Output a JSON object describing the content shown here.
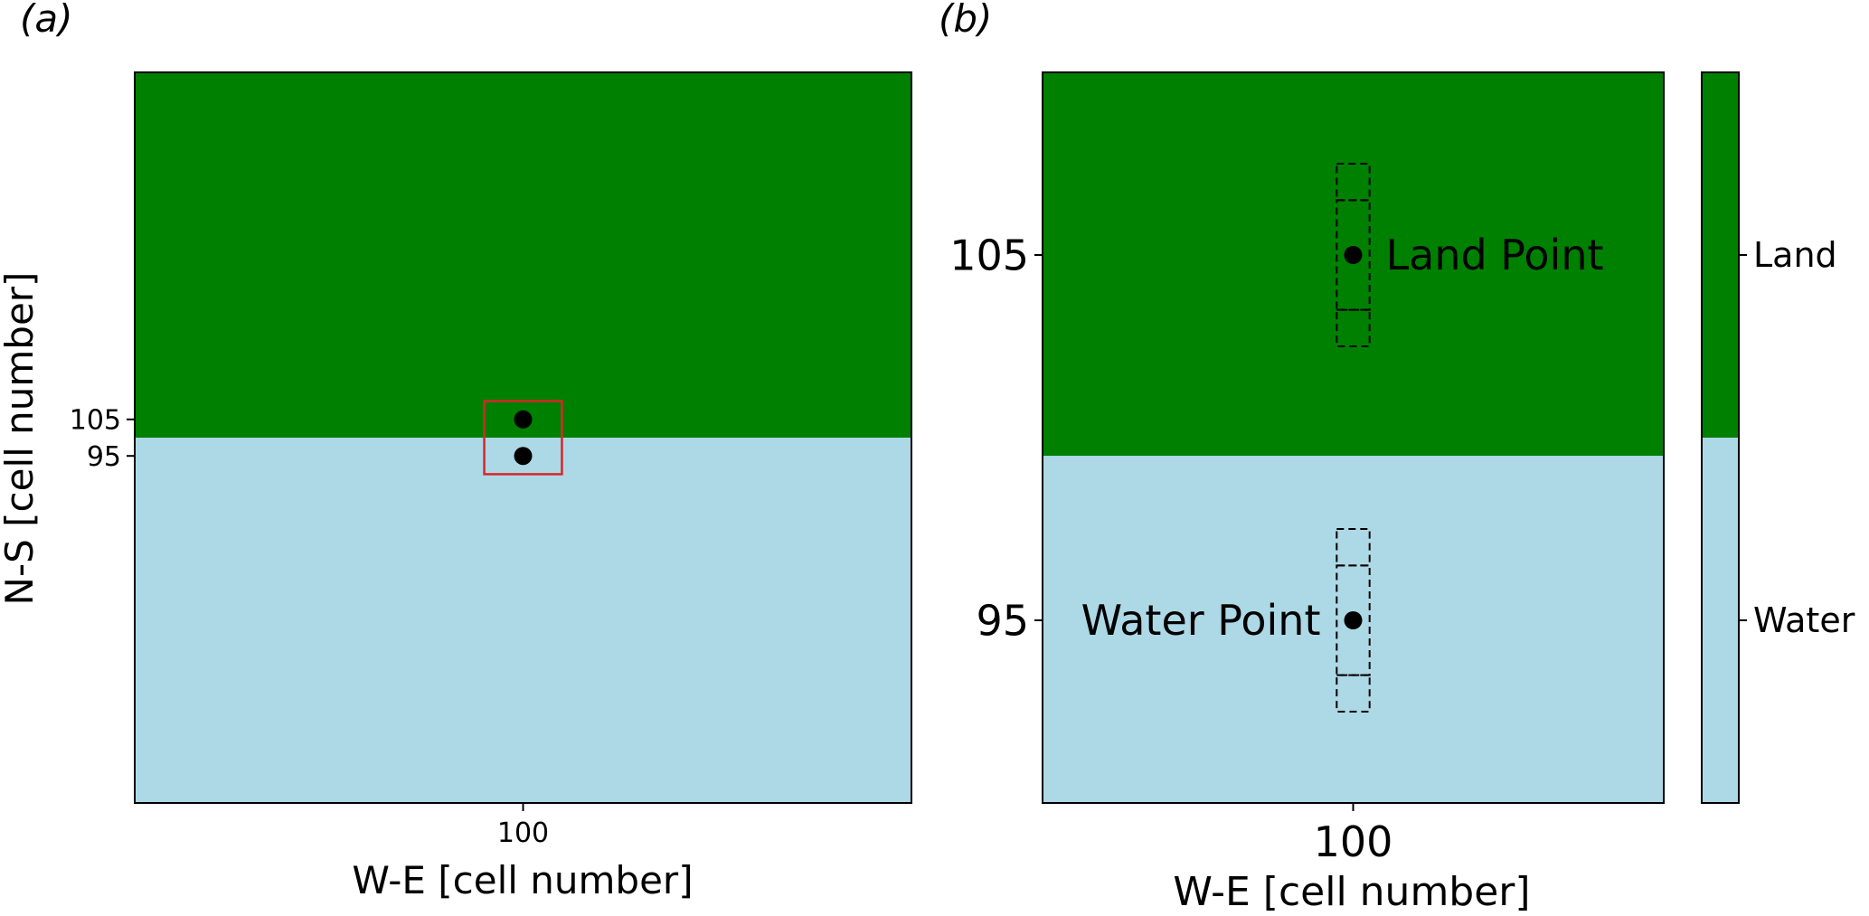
{
  "colors": {
    "land": "#008000",
    "water": "#add8e6",
    "box": "#d62728",
    "point": "#000000"
  },
  "chart_data": [
    {
      "type": "heatmap",
      "panel_label": "(a)",
      "xlabel": "W-E [cell number]",
      "ylabel": "N-S [cell number]",
      "xlim": [
        0,
        200
      ],
      "ylim": [
        0,
        200
      ],
      "land_water_boundary_y": 100,
      "xticks": [
        {
          "value": 100,
          "label": "100"
        }
      ],
      "yticks": [
        {
          "value": 105,
          "label": "105"
        },
        {
          "value": 95,
          "label": "95"
        }
      ],
      "points": [
        {
          "x": 100,
          "y": 105
        },
        {
          "x": 100,
          "y": 95
        }
      ],
      "zoom_box": {
        "x": [
          90,
          110
        ],
        "y": [
          90,
          110
        ]
      }
    },
    {
      "type": "heatmap",
      "panel_label": "(b)",
      "xlabel": "W-E [cell number]",
      "ylabel": "",
      "xlim": [
        91.5,
        108.5
      ],
      "ylim": [
        90,
        110
      ],
      "land_water_boundary_y": 99.5,
      "xticks": [
        {
          "value": 100,
          "label": "100"
        }
      ],
      "yticks": [
        {
          "value": 105,
          "label": "105"
        },
        {
          "value": 95,
          "label": "95"
        }
      ],
      "points": [
        {
          "x": 100,
          "y": 105,
          "label": "Land Point"
        },
        {
          "x": 100,
          "y": 95,
          "label": "Water Point"
        }
      ],
      "stencils": [
        {
          "x": 100,
          "y": 105,
          "halfwidth": 0.45,
          "rows": [
            [
              107.5,
              106.5
            ],
            [
              106.5,
              103.5
            ],
            [
              103.5,
              102.5
            ]
          ]
        },
        {
          "x": 100,
          "y": 95,
          "halfwidth": 0.45,
          "rows": [
            [
              97.5,
              96.5
            ],
            [
              96.5,
              93.5
            ],
            [
              93.5,
              92.5
            ]
          ]
        }
      ]
    }
  ],
  "colorbar": {
    "categories": [
      {
        "label": "Land",
        "color": "#008000"
      },
      {
        "label": "Water",
        "color": "#add8e6"
      }
    ]
  }
}
